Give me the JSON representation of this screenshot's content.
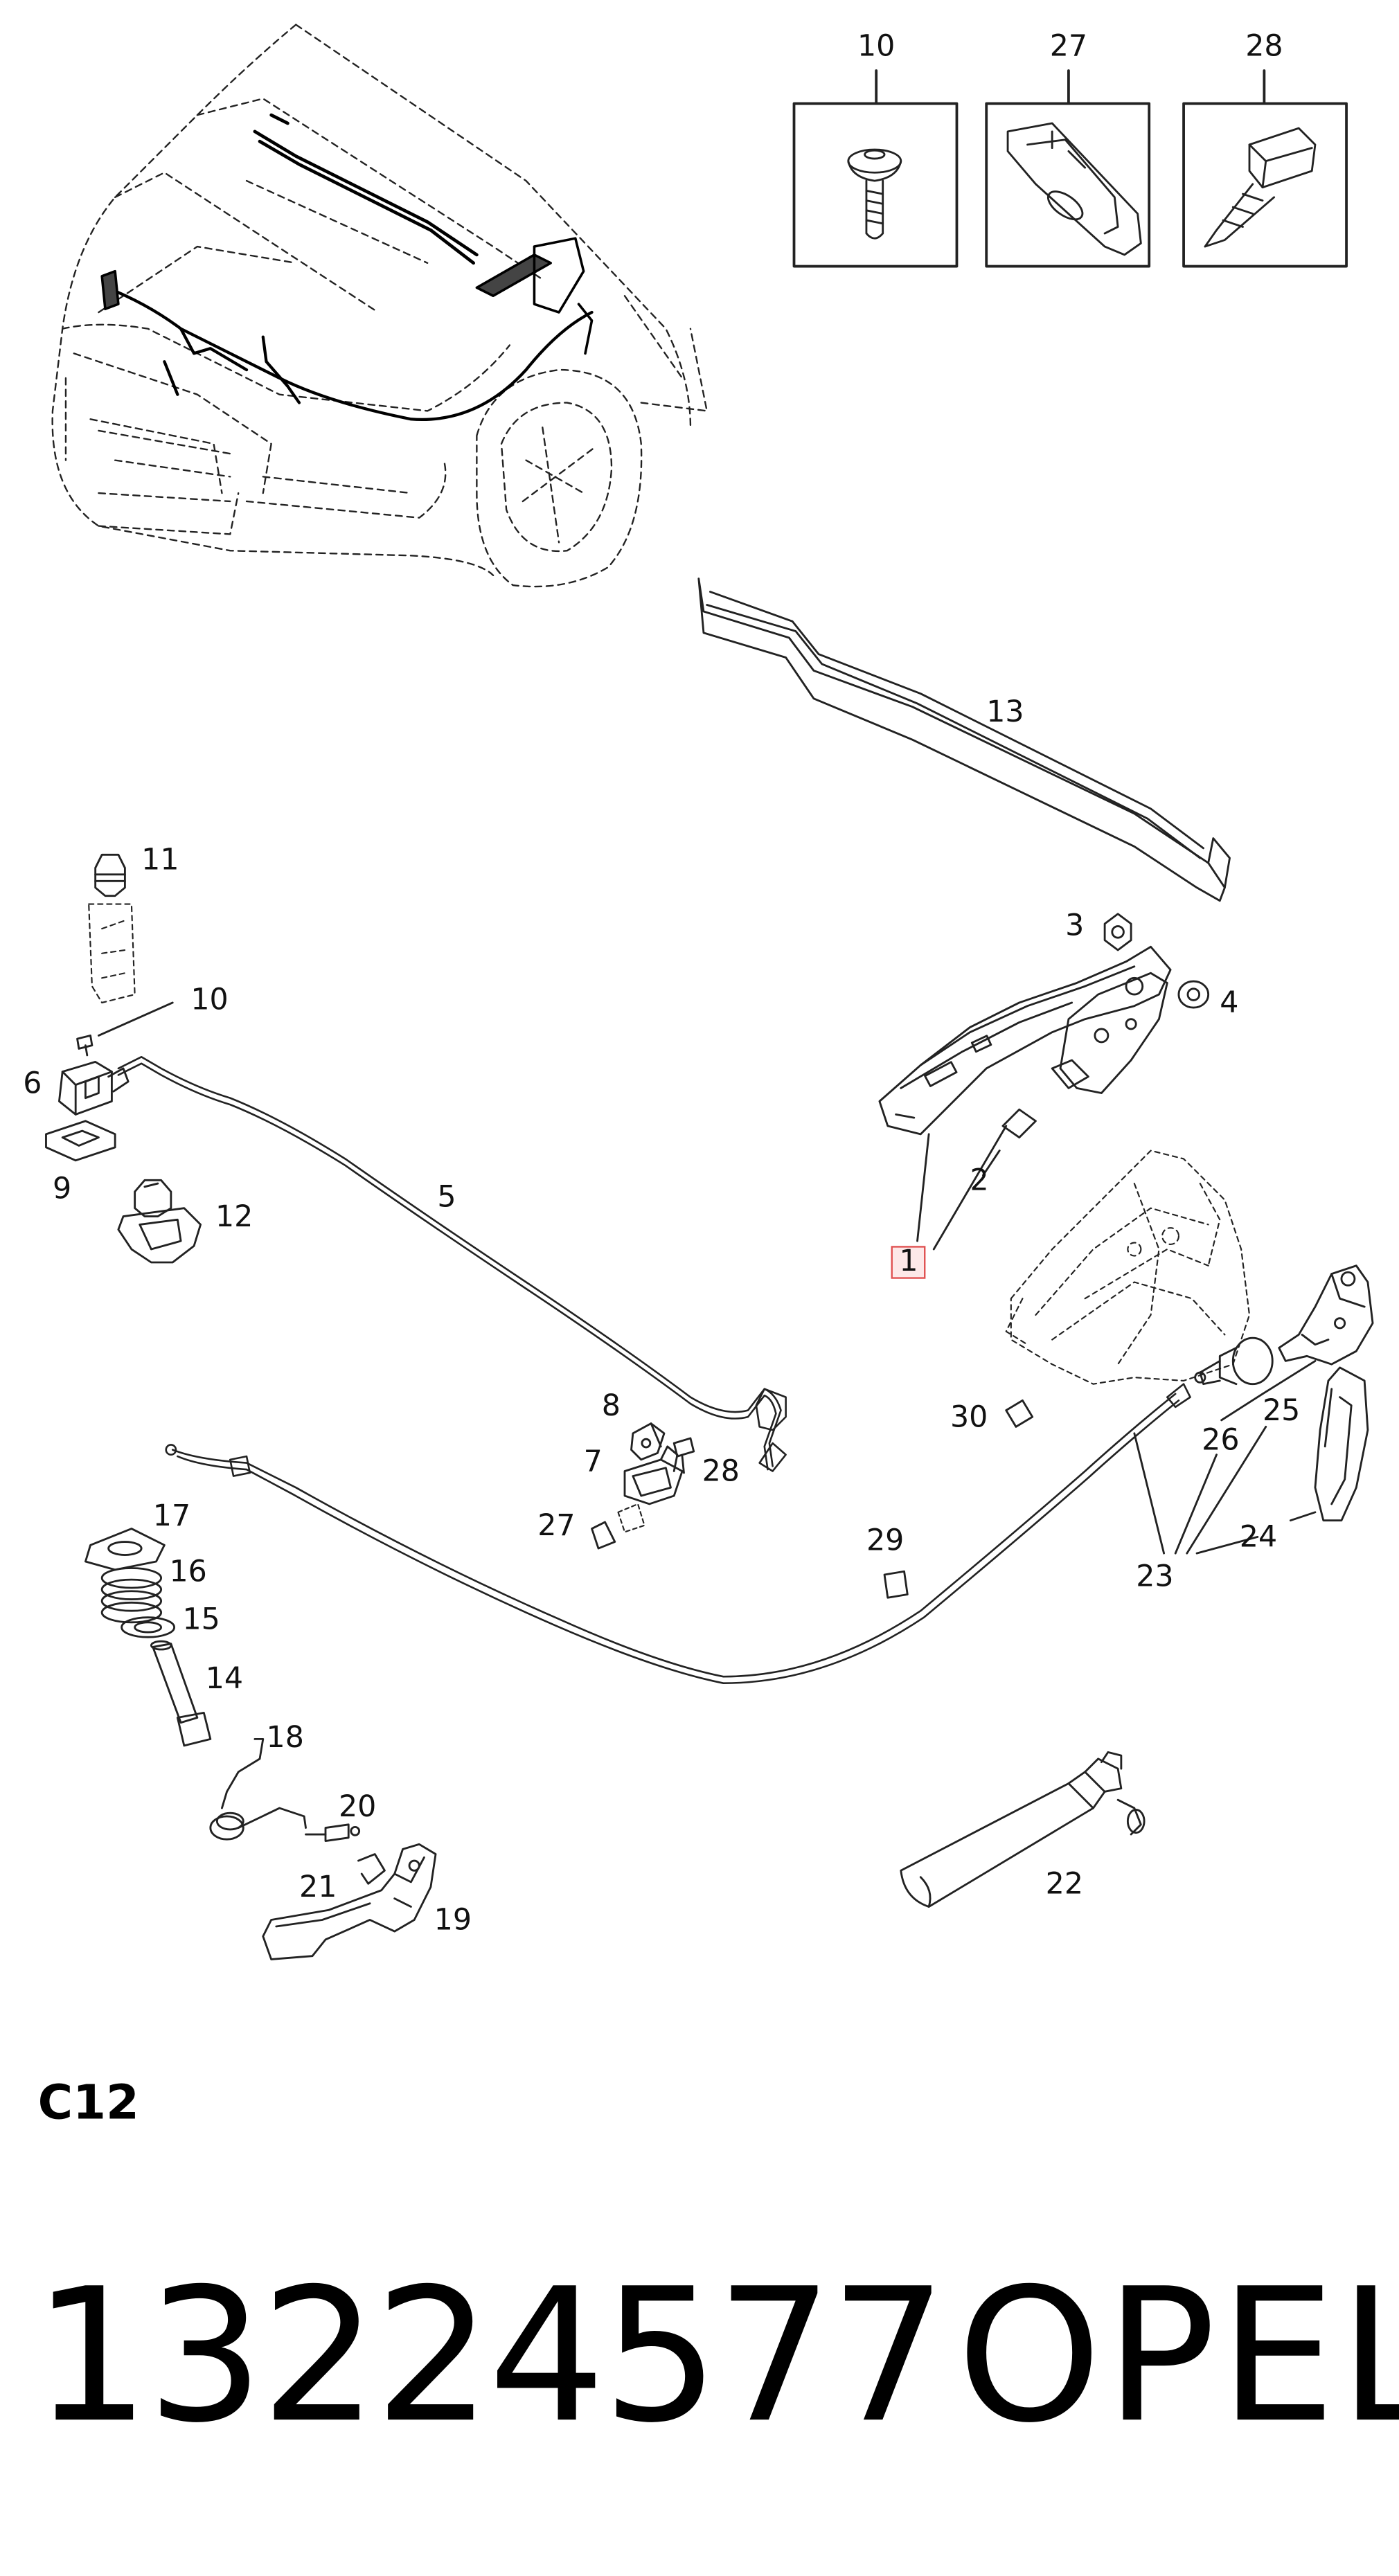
{
  "insets": [
    {
      "label": "10",
      "name": "screw-flanged"
    },
    {
      "label": "27",
      "name": "clip-nut"
    },
    {
      "label": "28",
      "name": "tapping-screw"
    }
  ],
  "callouts": {
    "c13": "13",
    "c11": "11",
    "c10": "10",
    "c6": "6",
    "c9": "9",
    "c12": "12",
    "c5": "5",
    "c3": "3",
    "c4": "4",
    "c2": "2",
    "c1": "1",
    "c8": "8",
    "c7": "7",
    "c28": "28",
    "c27": "27",
    "c30": "30",
    "c29": "29",
    "c26": "26",
    "c25": "25",
    "c24": "24",
    "c23": "23",
    "c17": "17",
    "c16": "16",
    "c15": "15",
    "c14": "14",
    "c18": "18",
    "c20": "20",
    "c21": "21",
    "c19": "19",
    "c22": "22"
  },
  "highlighted_callout": "1",
  "section_code": "C12",
  "part_number": "13224577",
  "brand": "OPEL",
  "colors": {
    "line": "#222222",
    "highlight_border": "#e05050",
    "highlight_fill": "#fde8e8"
  }
}
